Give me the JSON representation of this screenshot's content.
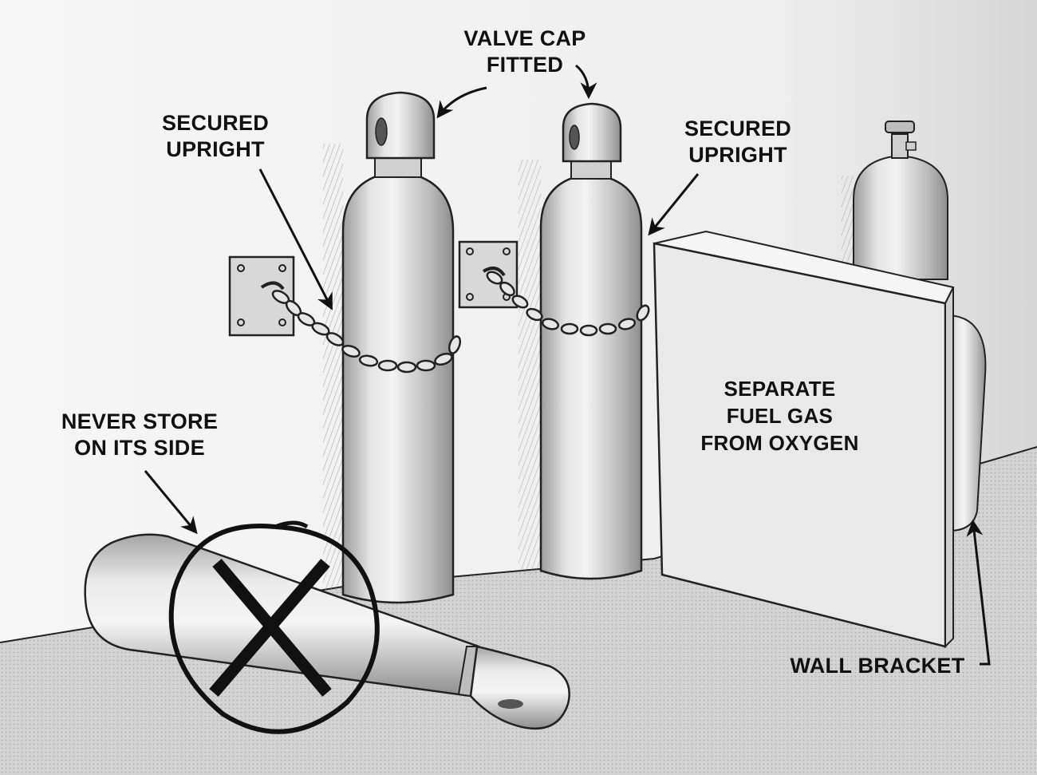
{
  "labels": {
    "valve_cap": [
      "VALVE CAP",
      "FITTED"
    ],
    "secured_left": [
      "SECURED",
      "UPRIGHT"
    ],
    "secured_right": [
      "SECURED",
      "UPRIGHT"
    ],
    "separate": [
      "SEPARATE",
      "FUEL GAS",
      "FROM OXYGEN"
    ],
    "never_store": [
      "NEVER STORE",
      "ON ITS SIDE"
    ],
    "wall_bracket": "WALL BRACKET"
  },
  "icons": {
    "prohibited": "circle-x-icon",
    "arrow": "arrow-icon"
  },
  "colors": {
    "ink": "#111111",
    "cylinder": "#d9d9d9",
    "wall": "#f2f2f2",
    "floor": "#cfcfcf",
    "panel": "#e8e8e8"
  }
}
